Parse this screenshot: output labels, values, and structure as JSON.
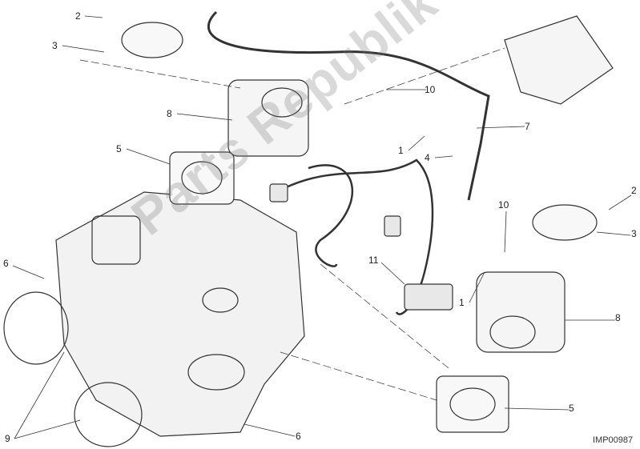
{
  "diagram": {
    "callouts": [
      {
        "id": "c1",
        "text": "2"
      },
      {
        "id": "c2",
        "text": "3"
      },
      {
        "id": "c3",
        "text": "8"
      },
      {
        "id": "c4",
        "text": "5"
      },
      {
        "id": "c5",
        "text": "10"
      },
      {
        "id": "c6",
        "text": "7"
      },
      {
        "id": "c7",
        "text": "1"
      },
      {
        "id": "c8",
        "text": "4"
      },
      {
        "id": "c9",
        "text": "2"
      },
      {
        "id": "c10",
        "text": "10"
      },
      {
        "id": "c11",
        "text": "3"
      },
      {
        "id": "c12",
        "text": "6"
      },
      {
        "id": "c13",
        "text": "11"
      },
      {
        "id": "c14",
        "text": "1"
      },
      {
        "id": "c15",
        "text": "8"
      },
      {
        "id": "c16",
        "text": "5"
      },
      {
        "id": "c17",
        "text": "9"
      },
      {
        "id": "c18",
        "text": "6"
      }
    ],
    "drawing_code": "IMP00987",
    "watermark": "Parts Republik",
    "line_color": "#333333",
    "watermark_color": "#b0b0b0"
  }
}
